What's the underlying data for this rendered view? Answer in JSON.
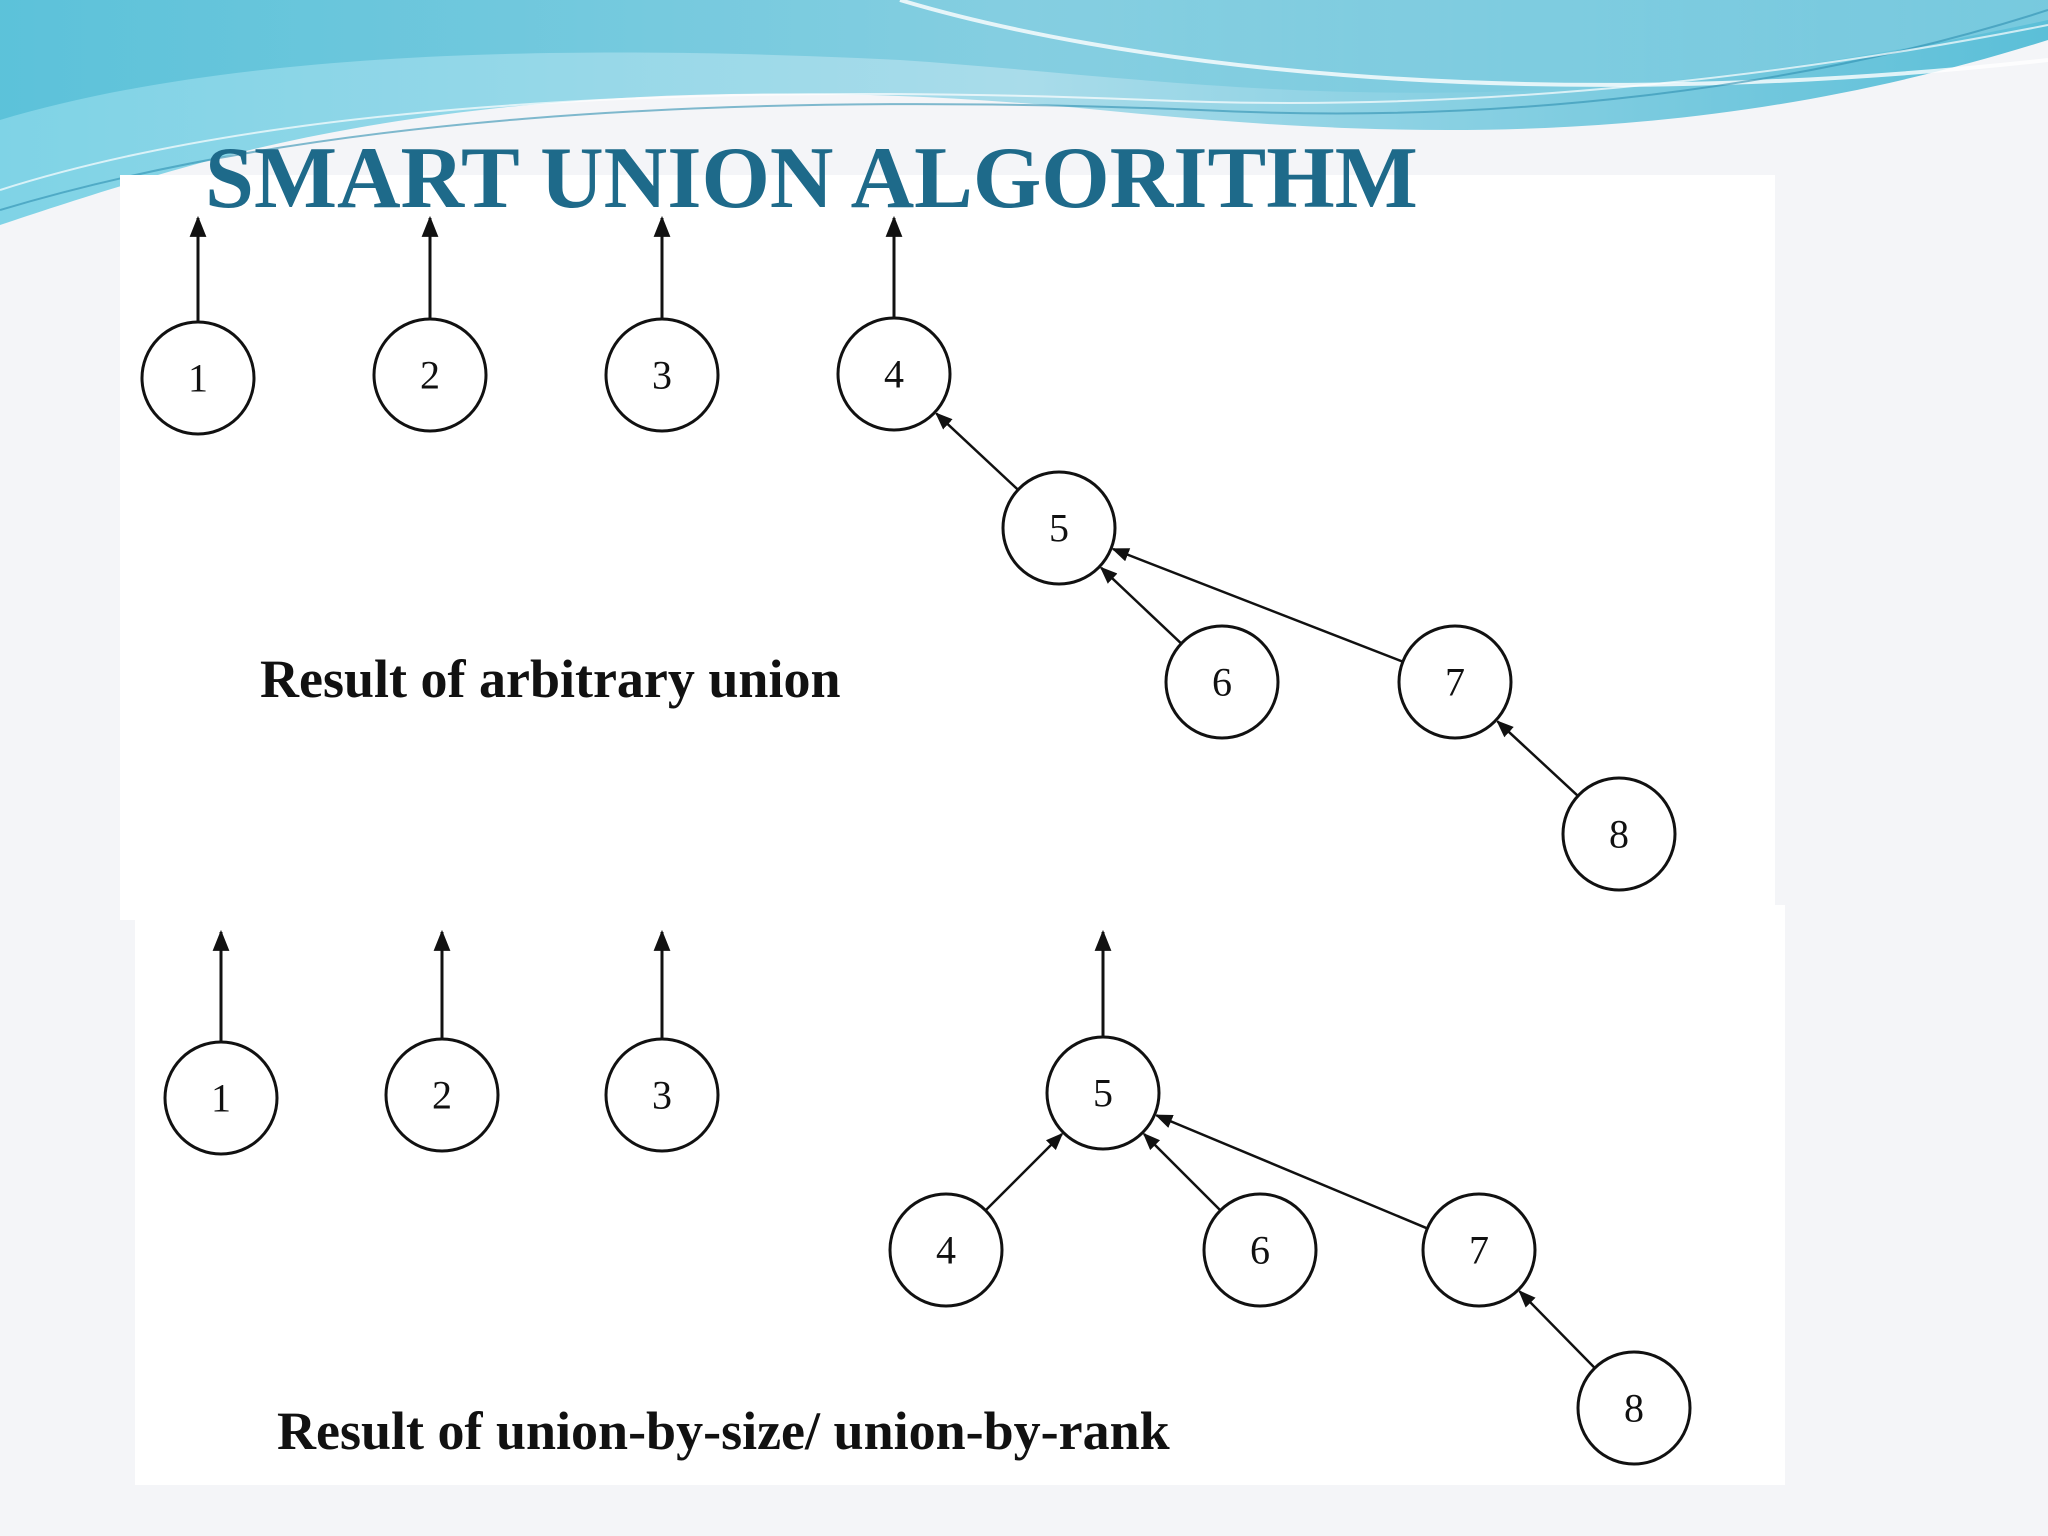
{
  "slide": {
    "title": "SMART UNION ALGORITHM",
    "title_color": "#1e6a8a"
  },
  "diagrams": [
    {
      "id": "arbitrary",
      "caption": "Result of arbitrary union",
      "nodes": [
        "1",
        "2",
        "3",
        "4",
        "5",
        "6",
        "7",
        "8"
      ],
      "roots": [
        "1",
        "2",
        "3",
        "4"
      ],
      "edges": [
        {
          "child": "5",
          "parent": "4"
        },
        {
          "child": "6",
          "parent": "5"
        },
        {
          "child": "7",
          "parent": "5"
        },
        {
          "child": "8",
          "parent": "7"
        }
      ]
    },
    {
      "id": "by-size",
      "caption": "Result of union-by-size/ union-by-rank",
      "nodes": [
        "1",
        "2",
        "3",
        "5",
        "4",
        "6",
        "7",
        "8"
      ],
      "roots": [
        "1",
        "2",
        "3",
        "5"
      ],
      "edges": [
        {
          "child": "4",
          "parent": "5"
        },
        {
          "child": "6",
          "parent": "5"
        },
        {
          "child": "7",
          "parent": "5"
        },
        {
          "child": "8",
          "parent": "7"
        }
      ]
    }
  ]
}
